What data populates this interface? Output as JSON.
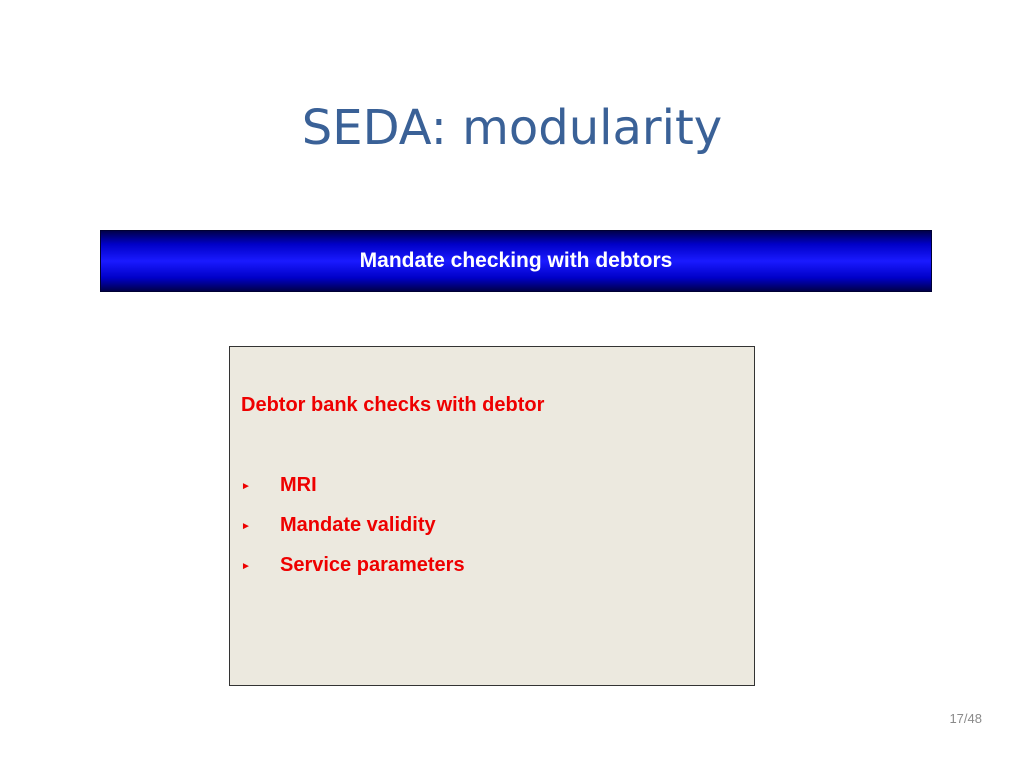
{
  "slide": {
    "title": "SEDA: modularity",
    "banner_text": "Mandate checking with debtors",
    "box": {
      "heading": "Debtor bank checks with debtor",
      "bullet_glyph": "►",
      "items": [
        {
          "label": "MRI"
        },
        {
          "label": "Mandate validity"
        },
        {
          "label": "Service parameters"
        }
      ]
    },
    "page_number": "17/48"
  },
  "colors": {
    "title": "#3a6197",
    "banner_gradient_center": "#1a1aff",
    "banner_gradient_edge": "#00004a",
    "box_background": "#ece9df",
    "box_text": "#ee0000",
    "page_number": "#8a8a8a"
  },
  "icons": {
    "bullet": "triangle-right-bullet-icon"
  }
}
